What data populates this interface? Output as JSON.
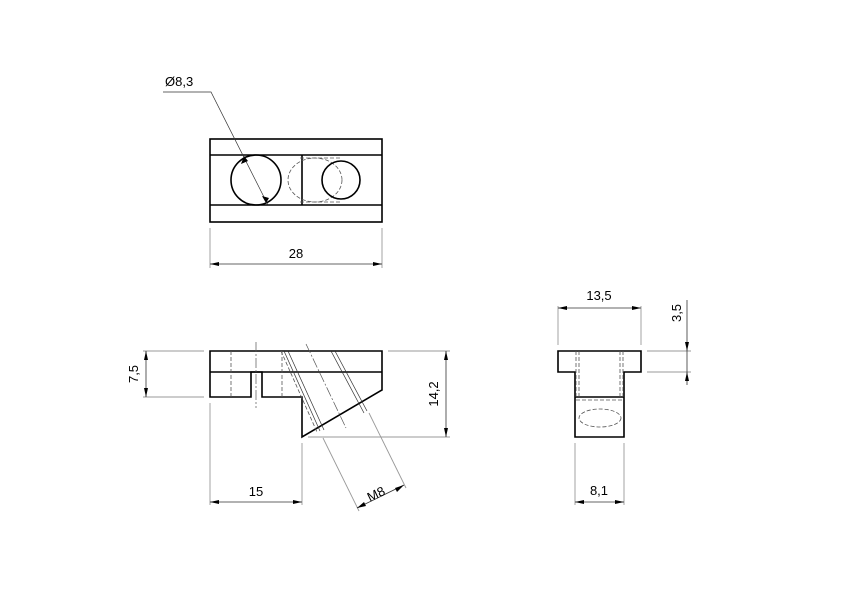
{
  "drawing": {
    "type": "technical-drawing",
    "views": [
      "top-view",
      "front-view",
      "side-view"
    ],
    "colors": {
      "line": "#000000",
      "dimension": "#333333",
      "extension": "#999999",
      "background": "#ffffff"
    }
  },
  "dimensions": {
    "top_diameter": "Ø8,3",
    "top_width": "28",
    "front_height_small": "7,5",
    "front_height_total": "14,2",
    "front_width_left": "15",
    "front_thread": "M8",
    "side_width_top": "13,5",
    "side_flange_height": "3,5",
    "side_width_bottom": "8,1"
  }
}
